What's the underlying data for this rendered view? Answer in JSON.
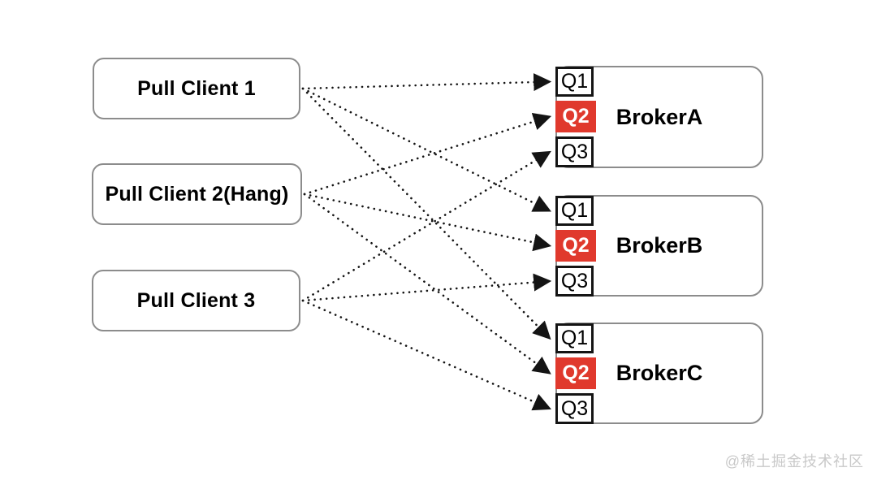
{
  "diagram": {
    "clients": [
      {
        "id": "client1",
        "label": "Pull Client 1"
      },
      {
        "id": "client2",
        "label": "Pull Client 2(Hang)"
      },
      {
        "id": "client3",
        "label": "Pull Client 3"
      }
    ],
    "brokers": [
      {
        "id": "brokerA",
        "label": "BrokerA",
        "queues": [
          {
            "id": "Q1",
            "label": "Q1",
            "highlighted": false
          },
          {
            "id": "Q2",
            "label": "Q2",
            "highlighted": true
          },
          {
            "id": "Q3",
            "label": "Q3",
            "highlighted": false
          }
        ]
      },
      {
        "id": "brokerB",
        "label": "BrokerB",
        "queues": [
          {
            "id": "Q1",
            "label": "Q1",
            "highlighted": false
          },
          {
            "id": "Q2",
            "label": "Q2",
            "highlighted": true
          },
          {
            "id": "Q3",
            "label": "Q3",
            "highlighted": false
          }
        ]
      },
      {
        "id": "brokerC",
        "label": "BrokerC",
        "queues": [
          {
            "id": "Q1",
            "label": "Q1",
            "highlighted": false
          },
          {
            "id": "Q2",
            "label": "Q2",
            "highlighted": true
          },
          {
            "id": "Q3",
            "label": "Q3",
            "highlighted": false
          }
        ]
      }
    ],
    "connections": [
      {
        "from": "client1",
        "to_broker": "brokerA",
        "to_queue": "Q1"
      },
      {
        "from": "client1",
        "to_broker": "brokerB",
        "to_queue": "Q1"
      },
      {
        "from": "client1",
        "to_broker": "brokerC",
        "to_queue": "Q1"
      },
      {
        "from": "client2",
        "to_broker": "brokerA",
        "to_queue": "Q2"
      },
      {
        "from": "client2",
        "to_broker": "brokerB",
        "to_queue": "Q2"
      },
      {
        "from": "client2",
        "to_broker": "brokerC",
        "to_queue": "Q2"
      },
      {
        "from": "client3",
        "to_broker": "brokerA",
        "to_queue": "Q3"
      },
      {
        "from": "client3",
        "to_broker": "brokerB",
        "to_queue": "Q3"
      },
      {
        "from": "client3",
        "to_broker": "brokerC",
        "to_queue": "Q3"
      }
    ],
    "colors": {
      "background": "#ffffff",
      "box_border": "#8c8c8c",
      "queue_border": "#141414",
      "queue_highlight": "#e0392d",
      "queue_highlight_text": "#ffffff",
      "arrow": "#141414",
      "text": "#000000",
      "watermark": "#c9c9c9"
    },
    "watermark": "@稀土掘金技术社区"
  }
}
